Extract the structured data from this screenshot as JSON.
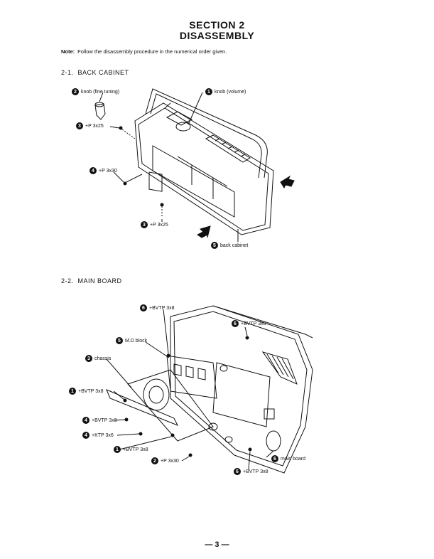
{
  "header": {
    "section": "SECTION 2",
    "title": "DISASSEMBLY"
  },
  "note": {
    "label": "Note:",
    "text": "Follow the disassembly procedure in the numerical order given."
  },
  "sections": [
    {
      "number": "2-1.",
      "title": "BACK CABINET"
    },
    {
      "number": "2-2.",
      "title": "MAIN BOARD"
    }
  ],
  "back_cabinet_callouts": [
    {
      "n": "2",
      "text": "knob (fine tuning)"
    },
    {
      "n": "1",
      "text": "knob (volume)"
    },
    {
      "n": "3",
      "text": "+P 3x25"
    },
    {
      "n": "4",
      "text": "+P 3x30"
    },
    {
      "n": "3",
      "text": "+P 3x25"
    },
    {
      "n": "5",
      "text": "back cabinet"
    }
  ],
  "main_board_callouts": [
    {
      "n": "6",
      "text": "+BVTP 3x8"
    },
    {
      "n": "6",
      "text": "+BVTP 3x8"
    },
    {
      "n": "5",
      "text": "M.D block"
    },
    {
      "n": "3",
      "text": "chassis"
    },
    {
      "n": "1",
      "text": "+BVTP 3x8"
    },
    {
      "n": "4",
      "text": "+BVTP 3x8"
    },
    {
      "n": "4",
      "text": "+KTP 3x6"
    },
    {
      "n": "1",
      "text": "+BVTP 3x8"
    },
    {
      "n": "2",
      "text": "+P 3x30"
    },
    {
      "n": "6",
      "text": "main board"
    },
    {
      "n": "6",
      "text": "+BVTP 3x8"
    }
  ],
  "page_number": "— 3 —"
}
